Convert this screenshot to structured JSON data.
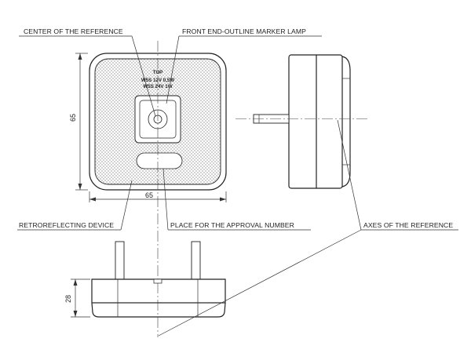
{
  "labels": {
    "center_reference": "CENTER OF THE REFERENCE",
    "front_marker_lamp": "FRONT END-OUTLINE MARKER LAMP",
    "retroreflecting_device": "RETROREFLECTING DEVICE",
    "approval_number_place": "PLACE FOR THE APPROVAL NUMBER",
    "axes_reference": "AXES OF THE REFERENCE"
  },
  "dimensions": {
    "height": "65",
    "width": "65",
    "depth": "28"
  },
  "lamp_markings": {
    "top": "TOP",
    "line1": "W5S 12V 0,5W",
    "line2": "W5S 24V 1W"
  }
}
